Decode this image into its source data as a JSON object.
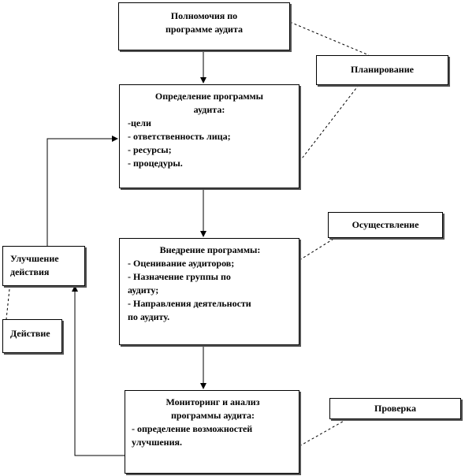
{
  "authority": {
    "lines": [
      "Полномочия по",
      "программе аудита"
    ]
  },
  "planning": {
    "label": "Планирование"
  },
  "definition": {
    "title_lines": [
      "Определение программы",
      "аудита:"
    ],
    "items": [
      "-цели",
      "- ответственность лица;",
      "- ресурсы;",
      "- процедуры."
    ]
  },
  "implementation_label": {
    "label": "Осуществление"
  },
  "implementation": {
    "title": "Внедрение программы:",
    "lines": [
      "- Оценивание аудиторов;",
      "- Назначение группы по",
      "аудиту;",
      "- Направления деятельности",
      "по аудиту."
    ]
  },
  "improvement": {
    "lines": [
      "Улучшение",
      "действия"
    ]
  },
  "action": {
    "label": "Действие"
  },
  "monitoring": {
    "title_lines": [
      "Мониторинг и анализ",
      "программы аудита:"
    ],
    "lines": [
      "- определение возможностей",
      "улучшения."
    ]
  },
  "check": {
    "label": "Проверка"
  }
}
